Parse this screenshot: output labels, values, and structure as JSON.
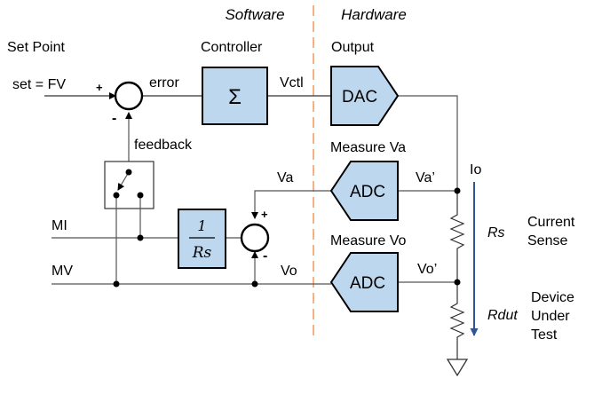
{
  "header": {
    "software": "Software",
    "hardware": "Hardware"
  },
  "labels": {
    "set_point": "Set Point",
    "set_fv": "set = FV",
    "plus_top": "+",
    "minus_top": "-",
    "error": "error",
    "controller": "Controller",
    "vctl": "Vctl",
    "output": "Output",
    "feedback": "feedback",
    "measure_va": "Measure Va",
    "va": "Va",
    "va_prime": "Va’",
    "io": "Io",
    "mi": "MI",
    "mv": "MV",
    "plus_bottom": "+",
    "minus_bottom": "-",
    "vo": "Vo",
    "measure_vo": "Measure Vo",
    "vo_prime": "Vo’",
    "rs": "Rs",
    "rdut": "Rdut",
    "current_sense": "Current\nSense",
    "dut": "Device\nUnder\nTest"
  },
  "blocks": {
    "controller_symbol": "Σ",
    "dac": "DAC",
    "adc_va": "ADC",
    "adc_vo": "ADC",
    "recip_num": "1",
    "recip_den": "Rs"
  },
  "colors": {
    "block_fill": "#bdd7ee",
    "divider": "#f4b183",
    "io_arrow": "#2f5597"
  }
}
